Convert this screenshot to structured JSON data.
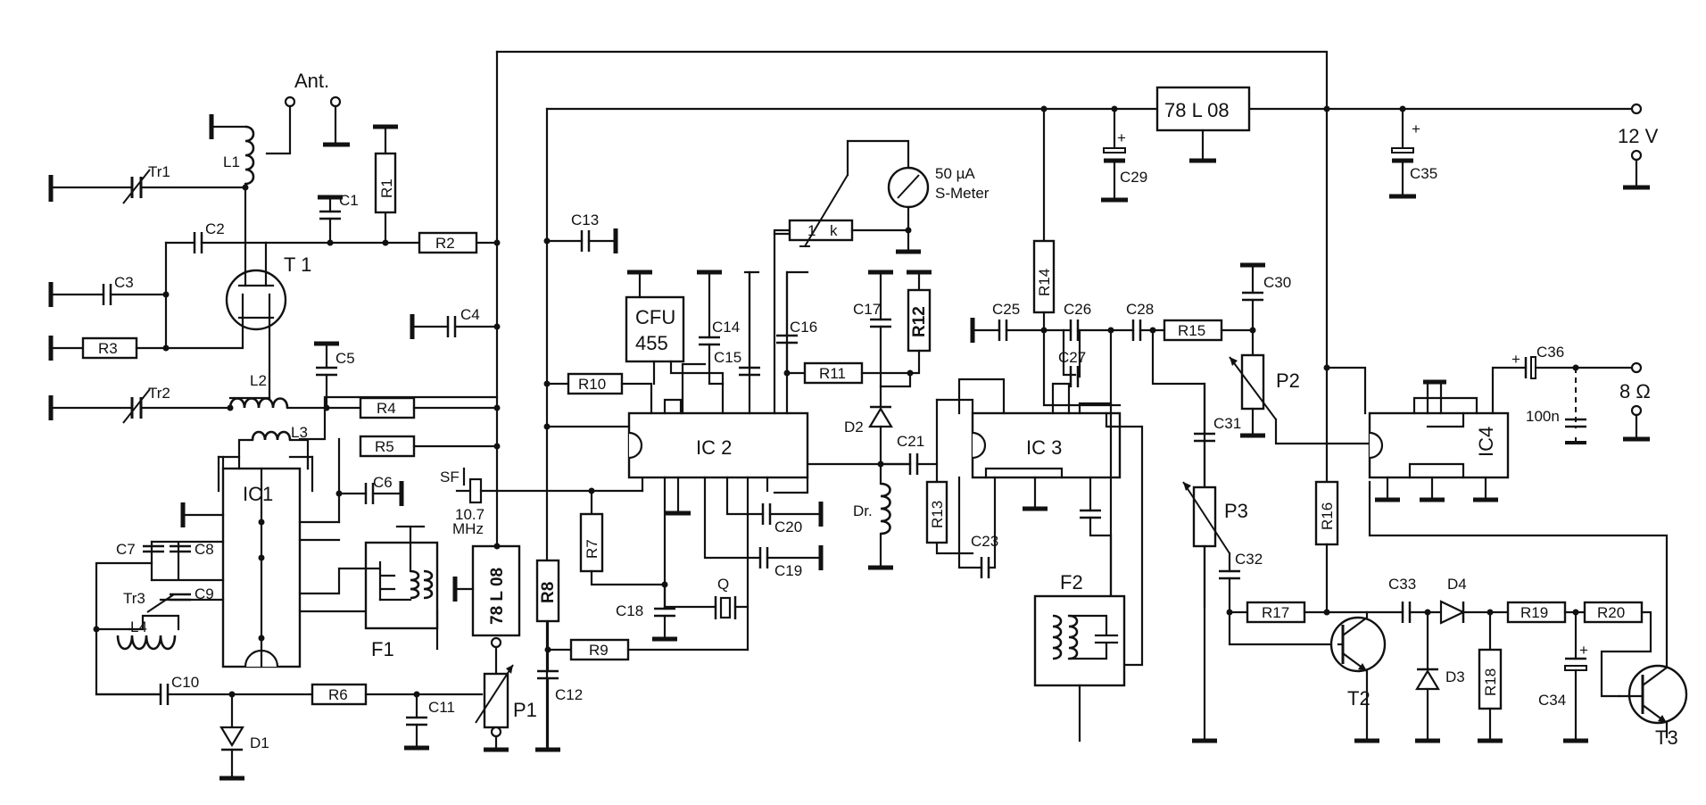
{
  "labels": {
    "ant": "Ant.",
    "tr1": "Tr1",
    "tr2": "Tr2",
    "tr3": "Tr3",
    "l1": "L1",
    "l2": "L2",
    "l3": "L3",
    "l4": "L4",
    "t1": "T 1",
    "t2": "T2",
    "t3": "T3",
    "ic1": "IC1",
    "ic2": "IC 2",
    "ic3": "IC 3",
    "ic4": "IC4",
    "c1": "C1",
    "c2": "C2",
    "c3": "C3",
    "c4": "C4",
    "c5": "C5",
    "c6": "C6",
    "c7": "C7",
    "c8": "C8",
    "c9": "C9",
    "c10": "C10",
    "c11": "C11",
    "c12": "C12",
    "c13": "C13",
    "c14": "C14",
    "c15": "C15",
    "c16": "C16",
    "c17": "C17",
    "c18": "C18",
    "c19": "C19",
    "c20": "C20",
    "c21": "C21",
    "c23": "C23",
    "c25": "C25",
    "c26": "C26",
    "c27": "C27",
    "c28": "C28",
    "c29": "C29",
    "c30": "C30",
    "c31": "C31",
    "c32": "C32",
    "c33": "C33",
    "c34": "C34",
    "c35": "C35",
    "c36": "C36",
    "r1": "R1",
    "r2": "R2",
    "r3": "R3",
    "r4": "R4",
    "r5": "R5",
    "r6": "R6",
    "r7": "R7",
    "r8": "R8",
    "r9": "R9",
    "r10": "R10",
    "r11": "R11",
    "r12": "R12",
    "r13": "R13",
    "r14": "R14",
    "r15": "R15",
    "r16": "R16",
    "r17": "R17",
    "r18": "R18",
    "r19": "R19",
    "r20": "R20",
    "d1": "D1",
    "d2": "D2",
    "d3": "D3",
    "d4": "D4",
    "p1": "P1",
    "p2": "P2",
    "p3": "P3",
    "f1": "F1",
    "f2": "F2",
    "reg1": "78 L 08",
    "reg2": "78 L 08",
    "cfu_top": "CFU",
    "cfu_bottom": "455",
    "sf": "SF",
    "sf_freq": "10.7",
    "sf_unit": "MHz",
    "q": "Q",
    "dr": "Dr.",
    "pot_1k_a": "1",
    "pot_1k_b": "k",
    "meter_value": "50 µA",
    "meter_name": "S-Meter",
    "supply": "12 V",
    "speaker": "8 Ω",
    "c100n": "100n",
    "plus": "+"
  }
}
